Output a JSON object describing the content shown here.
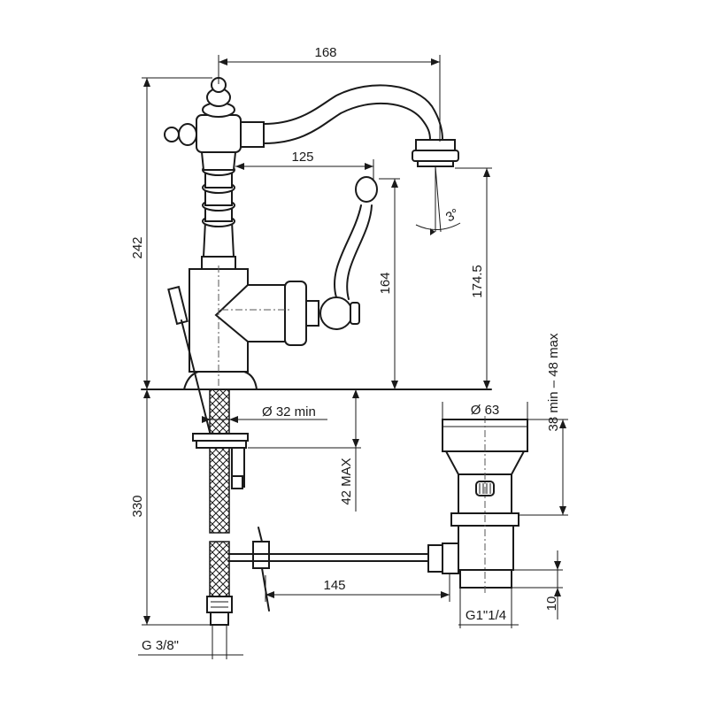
{
  "drawing": {
    "title": "",
    "dimensions": {
      "spout_reach": "168",
      "lever_reach": "125",
      "tilt_angle": "3°",
      "total_height": "242",
      "lever_height": "164",
      "spout_height": "174.5",
      "hole_diameter": "Ø 32 min",
      "max_thickness": "42 MAX",
      "hose_length": "330",
      "drain_diameter": "Ø 63",
      "drain_range": "38 min – 48 max",
      "rod_length": "145",
      "drain_thread": "G1\"1/4",
      "thread_length": "10",
      "hose_thread": "G 3/8\""
    }
  }
}
